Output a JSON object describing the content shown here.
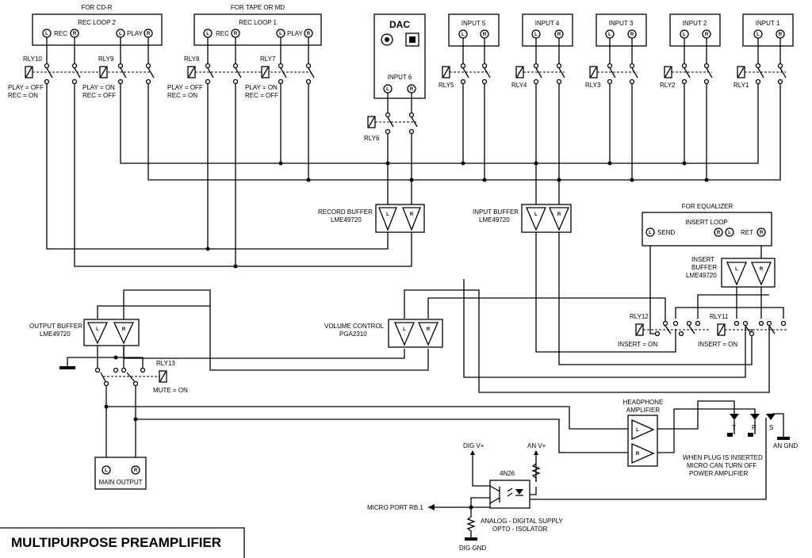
{
  "title": "MULTIPURPOSE PREAMPLIFIER",
  "rec_loops": [
    {
      "header": "FOR CD-R",
      "name": "REC LOOP 2",
      "jacks": [
        "L",
        "R",
        "L",
        "R"
      ],
      "jack_labels": [
        "REC",
        "PLAY"
      ]
    },
    {
      "header": "FOR TAPE OR MD",
      "name": "REC LOOP 1",
      "jacks": [
        "L",
        "R",
        "L",
        "R"
      ],
      "jack_labels": [
        "REC",
        "PLAY"
      ]
    }
  ],
  "dac": {
    "name": "DAC",
    "input_label": "INPUT 6"
  },
  "inputs": [
    {
      "name": "INPUT 5",
      "relay": "RLY5"
    },
    {
      "name": "INPUT 4",
      "relay": "RLY4"
    },
    {
      "name": "INPUT 3",
      "relay": "RLY3"
    },
    {
      "name": "INPUT 2",
      "relay": "RLY2"
    },
    {
      "name": "INPUT 1",
      "relay": "RLY1"
    }
  ],
  "relays": {
    "rly10": {
      "name": "RLY10",
      "note1": "PLAY = OFF",
      "note2": "REC = ON"
    },
    "rly9": {
      "name": "RLY9",
      "note1": "PLAY = ON",
      "note2": "REC = OFF"
    },
    "rly8": {
      "name": "RLY8",
      "note1": "PLAY = OFF",
      "note2": "REC = ON"
    },
    "rly7": {
      "name": "RLY7",
      "note1": "PLAY = ON",
      "note2": "REC = OFF"
    },
    "rly6": {
      "name": "RLY6"
    },
    "rly12": {
      "name": "RLY12",
      "note": "INSERT = ON"
    },
    "rly11": {
      "name": "RLY11",
      "note": "INSERT = ON"
    },
    "rly13": {
      "name": "RLY13",
      "note": "MUTE = ON"
    }
  },
  "buffers": {
    "record": {
      "line1": "RECORD BUFFER",
      "line2": "LME49720"
    },
    "input": {
      "line1": "INPUT BUFFER",
      "line2": "LME49720"
    },
    "insert": {
      "line1": "INSERT",
      "line2": "BUFFER",
      "line3": "LME49720"
    },
    "output": {
      "line1": "OUTPUT BUFFER",
      "line2": "LME49720"
    },
    "volume": {
      "line1": "VOLUME CONTROL",
      "line2": "PGA2310"
    }
  },
  "insert_loop": {
    "header": "FOR EQUALIZER",
    "name": "INSERT LOOP",
    "send": "SEND",
    "ret": "RET"
  },
  "main_output": "MAIN OUTPUT",
  "headphone": {
    "line1": "HEADPHONE",
    "line2": "AMPLIFIER",
    "t": "T",
    "r": "R",
    "s": "S",
    "gnd": "AN GND",
    "note1": "WHEN PLUG IS INSERTED",
    "note2": "MICRO CAN TURN OFF",
    "note3": "POWER AMPLIFIER"
  },
  "opto": {
    "part": "4N26",
    "dig_v": "DIG V+",
    "an_v": "AN V+",
    "micro": "MICRO PORT RB.1",
    "note1": "ANALOG - DIGITAL SUPPLY",
    "note2": "OPTO - ISOLATOR",
    "dig_gnd": "DIG GND"
  },
  "ch": {
    "l": "L",
    "r": "R"
  }
}
